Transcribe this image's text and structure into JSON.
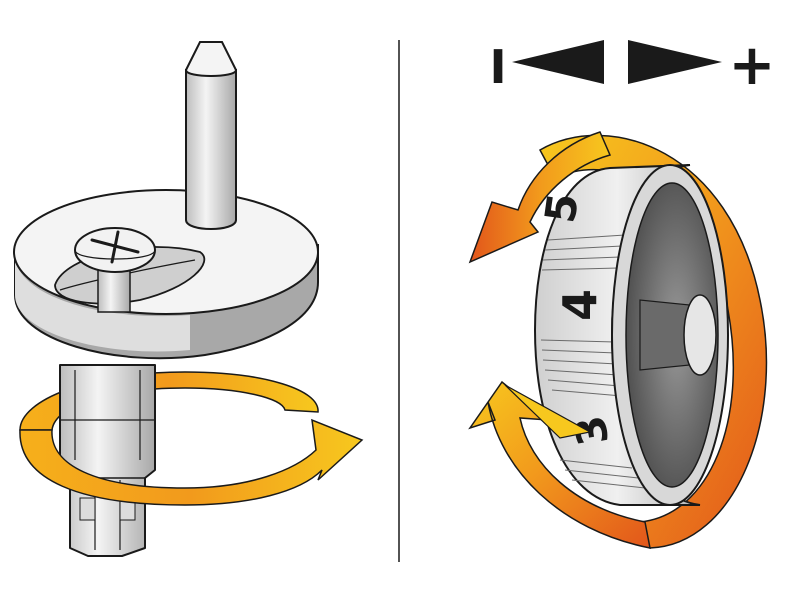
{
  "left_panel": {
    "pin_icon": "pin-with-disc-icon",
    "screw_icon": "phillips-screw-icon",
    "rotation_arrow_icon": "clockwise-arrow-icon"
  },
  "right_panel": {
    "scale_indicator": {
      "min_symbol": "I",
      "max_symbol": "+",
      "decrease_icon": "triangle-left-icon",
      "increase_icon": "triangle-right-icon"
    },
    "dial": {
      "numbers": [
        "5",
        "4",
        "3"
      ]
    },
    "rotation_arrow_icon": "circular-arrow-icon"
  },
  "colors": {
    "arrow_dark": "#e2561b",
    "arrow_mid": "#f29a1c",
    "arrow_light": "#f7c81e",
    "metal_light": "#f2f2f2",
    "metal_mid": "#c9c9c9",
    "metal_dark": "#9a9a9a",
    "knob_inner": "#555555",
    "ink": "#1a1a1a"
  }
}
